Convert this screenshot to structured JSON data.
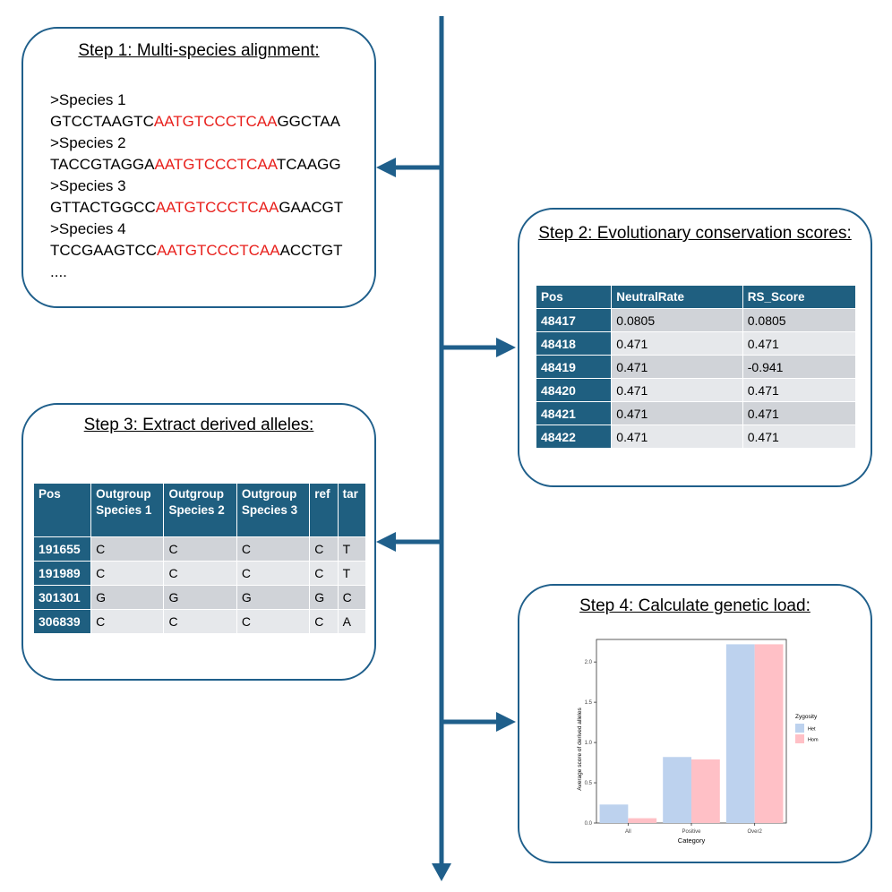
{
  "step1": {
    "title": "Step 1: Multi-species alignment:",
    "sequences": [
      {
        "header": ">Species 1",
        "pre": "GTCCTAAGTC",
        "mid": "AATGTCCCTCAA",
        "post": "GGCTAA"
      },
      {
        "header": ">Species 2",
        "pre": "TACCGTAGGA",
        "mid": "AATGTCCCTCAA",
        "post": "TCAAGG"
      },
      {
        "header": ">Species 3",
        "pre": "GTTACTGGCC",
        "mid": "AATGTCCCTCAA",
        "post": "GAACGT"
      },
      {
        "header": ">Species 4",
        "pre": "TCCGAAGTCC",
        "mid": "AATGTCCCTCAA",
        "post": "ACCTGT"
      }
    ],
    "ellipsis": "....",
    "highlight_color": "#e8201c"
  },
  "step2": {
    "title": "Step 2: Evolutionary conservation scores:",
    "headers": [
      "Pos",
      "NeutralRate",
      "RS_Score"
    ],
    "rows": [
      [
        "48417",
        "0.0805",
        "0.0805"
      ],
      [
        "48418",
        "0.471",
        "0.471"
      ],
      [
        "48419",
        "0.471",
        "-0.941"
      ],
      [
        "48420",
        "0.471",
        "0.471"
      ],
      [
        "48421",
        "0.471",
        "0.471"
      ],
      [
        "48422",
        "0.471",
        "0.471"
      ]
    ]
  },
  "step3": {
    "title": "Step 3: Extract derived alleles:",
    "headers": [
      [
        "Pos"
      ],
      [
        "Outgroup",
        "Species 1"
      ],
      [
        "Outgroup",
        "Species 2"
      ],
      [
        "Outgroup",
        "Species 3"
      ],
      [
        "ref"
      ],
      [
        "tar"
      ]
    ],
    "rows": [
      [
        "191655",
        "C",
        "C",
        "C",
        "C",
        "T"
      ],
      [
        "191989",
        "C",
        "C",
        "C",
        "C",
        "T"
      ],
      [
        "301301",
        "G",
        "G",
        "G",
        "G",
        "C"
      ],
      [
        "306839",
        "C",
        "C",
        "C",
        "C",
        "A"
      ]
    ]
  },
  "step4": {
    "title": "Step 4: Calculate genetic load:"
  },
  "colors": {
    "flow_line": "#1f5f8b",
    "table_header": "#1f5f80",
    "het": "#bdd2ee",
    "hom": "#ffc0c6"
  },
  "chart_data": {
    "type": "bar",
    "categories": [
      "All",
      "Positive",
      "Over2"
    ],
    "series": [
      {
        "name": "Het",
        "values": [
          0.23,
          0.82,
          2.22
        ]
      },
      {
        "name": "Hom",
        "values": [
          0.06,
          0.79,
          2.22
        ]
      }
    ],
    "xlabel": "Category",
    "ylabel": "Average score of derived alleles",
    "ylim": [
      0,
      2.28
    ],
    "yticks": [
      0.0,
      0.5,
      1.0,
      1.5,
      2.0
    ],
    "ytick_labels": [
      "0.0",
      "0.5",
      "1.0",
      "1.5",
      "2.0"
    ],
    "legend_title": "Zygosity",
    "legend_position": "right",
    "grid": false
  }
}
